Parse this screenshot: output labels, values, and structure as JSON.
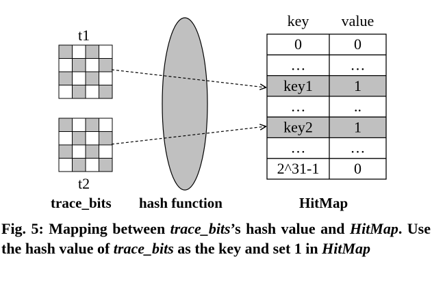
{
  "diagram": {
    "grid1_label": "t1",
    "grid2_label": "t2",
    "trace_bits_label": "trace_bits",
    "hash_function_label": "hash function",
    "hitmap_label": "HitMap",
    "table": {
      "headers": [
        "key",
        "value"
      ],
      "rows": [
        {
          "key": "0",
          "value": "0",
          "highlighted": false
        },
        {
          "key": "…",
          "value": "…",
          "highlighted": false
        },
        {
          "key": "key1",
          "value": "1",
          "highlighted": true
        },
        {
          "key": "…",
          "value": "..",
          "highlighted": false
        },
        {
          "key": "key2",
          "value": "1",
          "highlighted": true
        },
        {
          "key": "…",
          "value": "…",
          "highlighted": false
        },
        {
          "key": "2^31-1",
          "value": "0",
          "highlighted": false
        }
      ]
    },
    "grid1_cells": [
      [
        1,
        0,
        1,
        0
      ],
      [
        0,
        1,
        0,
        1
      ],
      [
        1,
        0,
        1,
        0
      ],
      [
        0,
        1,
        0,
        1
      ]
    ],
    "grid2_cells": [
      [
        1,
        0,
        1,
        0
      ],
      [
        0,
        1,
        0,
        1
      ],
      [
        1,
        0,
        1,
        0
      ],
      [
        0,
        1,
        0,
        1
      ]
    ],
    "colors": {
      "gray": "#c0c0c0",
      "line": "#000000"
    }
  },
  "caption": {
    "p1": "Fig. 5: Mapping between ",
    "p2": "trace_bits",
    "p3": "’s hash value and ",
    "p4": "HitMap",
    "p5": ". Use the hash value of ",
    "p6": "trace_bits",
    "p7": " as the key and set 1 in ",
    "p8": "HitMap"
  }
}
